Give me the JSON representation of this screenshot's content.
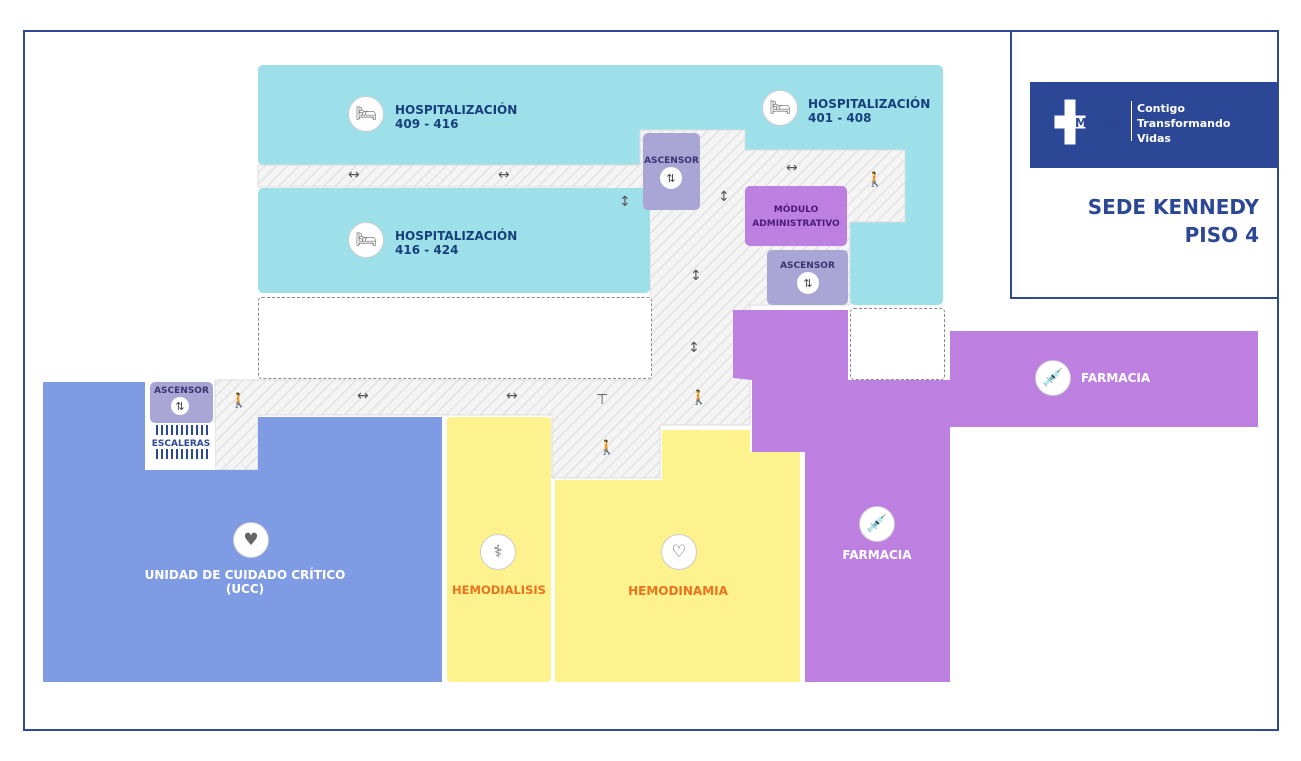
{
  "logo": {
    "brand": "Medical",
    "tagline": [
      "Contigo",
      "Transformando",
      "Vidas"
    ]
  },
  "header": {
    "sede": "SEDE KENNEDY",
    "piso": "PISO 4"
  },
  "rooms": {
    "hosp_a": {
      "title": "HOSPITALIZACIÓN",
      "range": "409 - 416"
    },
    "hosp_b": {
      "title": "HOSPITALIZACIÓN",
      "range": "401 - 408"
    },
    "hosp_c": {
      "title": "HOSPITALIZACIÓN",
      "range": "416 - 424"
    },
    "admin": [
      "MÓDULO",
      "ADMINISTRATIVO"
    ],
    "elevator": "ASCENSOR",
    "stairs": "ESCALERAS",
    "pharmacy": "FARMACIA",
    "ucc": [
      "UNIDAD DE CUIDADO CRÍTICO",
      "(UCC)"
    ],
    "hemodialisis": "HEMODIALISIS",
    "hemodinamia": "HEMODINAMIA"
  },
  "colors": {
    "cyan": "#9de0ea",
    "purple": "#bd80e0",
    "blue": "#7f9be3",
    "yellow": "#fdf28e",
    "elevator": "#a9a6d6",
    "brand": "#2b4795"
  }
}
